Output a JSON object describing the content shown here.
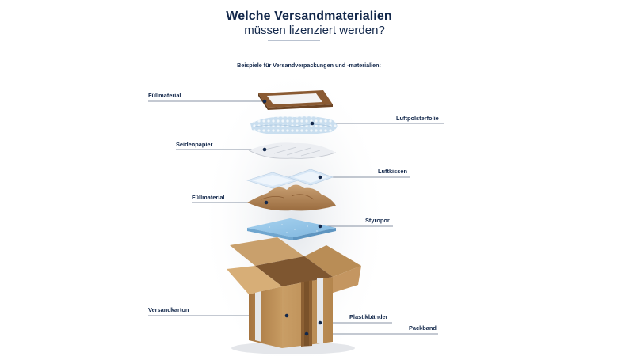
{
  "header": {
    "title_line1": "Welche Versandmaterialien",
    "title_line2": "müssen lizenziert werden?",
    "subtitle": "Beispiele für Versandverpackungen und -materialien:"
  },
  "labels": {
    "fuellmaterial_top": "Füllmaterial",
    "luftpolsterfolie": "Luftpolsterfolie",
    "seidenpapier": "Seidenpapier",
    "luftkissen": "Luftkissen",
    "fuellmaterial_mid": "Füllmaterial",
    "styropor": "Styropor",
    "versandkarton": "Versandkarton",
    "plastikbaender": "Plastikbänder",
    "packband": "Packband"
  },
  "colors": {
    "navy": "#13284b",
    "cardboard": "#c59a62",
    "cardboard_dark": "#8e6234",
    "frame_brown": "#8a5a32",
    "styrofoam": "#8fc2e6",
    "bubble_wrap": "#c9deef"
  }
}
